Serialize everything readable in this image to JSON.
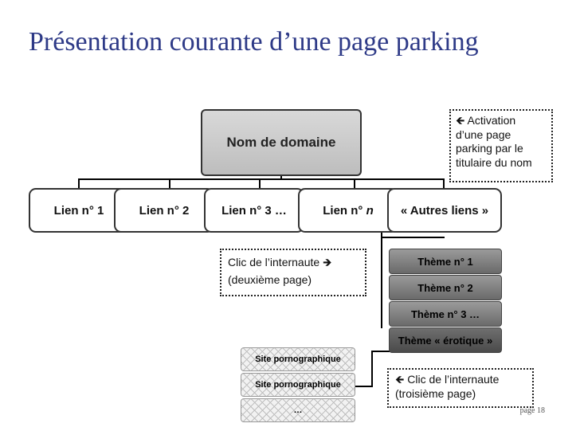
{
  "slide": {
    "title": "Présentation courante d’une page parking",
    "page_number": "page 18"
  },
  "diagram": {
    "root": "Nom de domaine",
    "links": [
      "Lien n° 1",
      "Lien n° 2",
      "Lien n° 3 …",
      "Lien n°",
      "n",
      "« Autres liens »"
    ],
    "themes": [
      "Thème n° 1",
      "Thème n° 2",
      "Thème n° 3 …",
      "Thème « érotique »"
    ],
    "sites": [
      "Site pornographique",
      "Site pornographique",
      "…"
    ],
    "notes": {
      "activation": {
        "arrow": "🡸",
        "lines": [
          "Activation",
          "d’une page",
          "parking par le",
          "titulaire du nom"
        ]
      },
      "click2": {
        "arrow": "🡺",
        "lines": [
          "Clic de l’internaute",
          "(deuxième page)"
        ]
      },
      "click3": {
        "arrow": "🡸",
        "lines": [
          "Clic de l’internaute",
          "(troisième page)"
        ]
      }
    }
  }
}
